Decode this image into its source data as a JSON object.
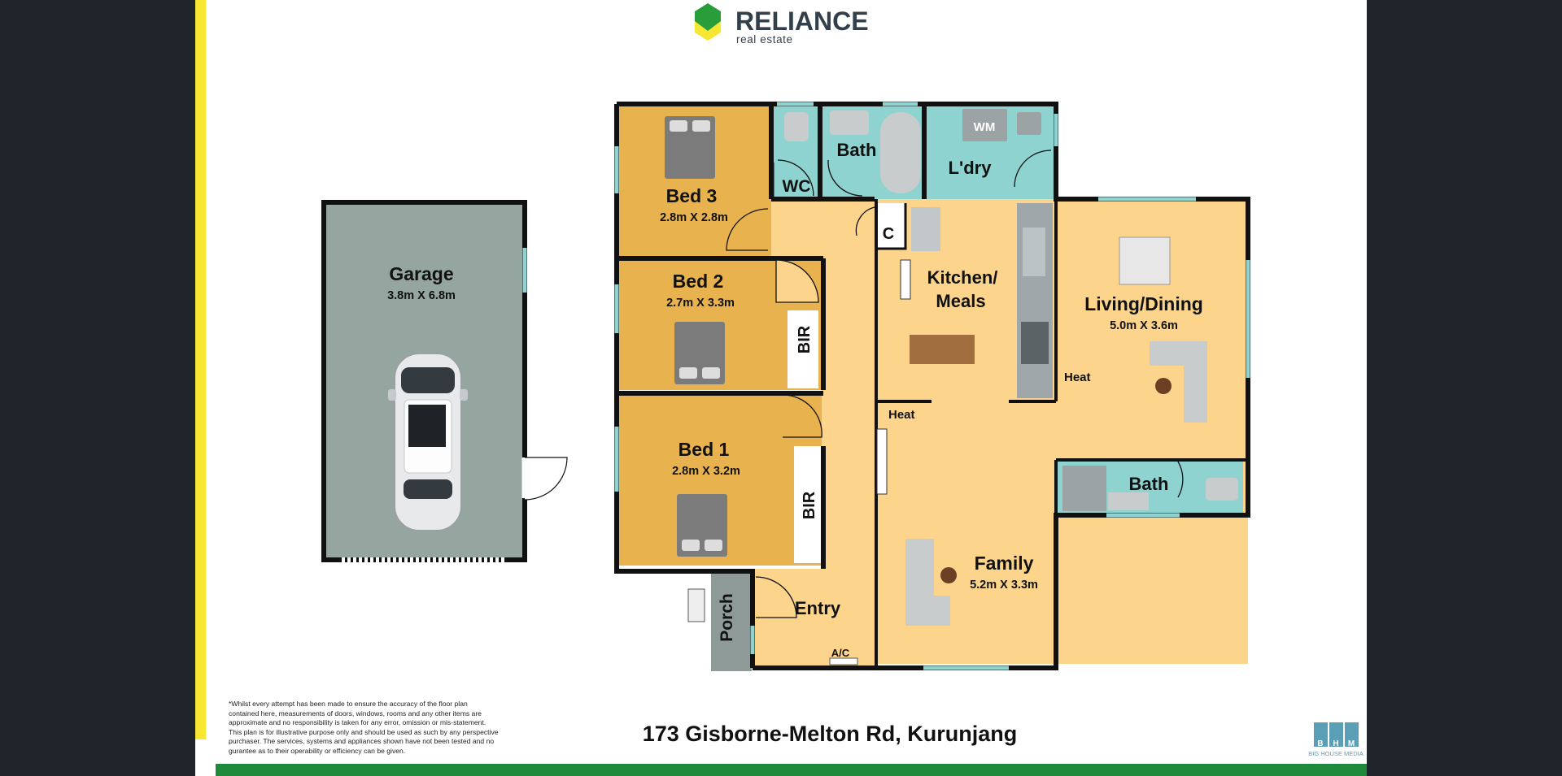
{
  "brand": {
    "name": "RELIANCE",
    "tagline": "real estate",
    "green": "#2a9d3b",
    "yellow": "#f7e733",
    "dark": "#333f4b"
  },
  "colors": {
    "bedroom": "#e8b34f",
    "living": "#fcd48c",
    "wet": "#8ed3cf",
    "garage": "#95a5a0",
    "porch": "#8e9a97",
    "wall": "#111111"
  },
  "rooms": {
    "garage": {
      "name": "Garage",
      "size": "3.8m X 6.8m"
    },
    "bed3": {
      "name": "Bed 3",
      "size": "2.8m X 2.8m"
    },
    "bed2": {
      "name": "Bed 2",
      "size": "2.7m X 3.3m"
    },
    "bed1": {
      "name": "Bed 1",
      "size": "2.8m X 3.2m"
    },
    "wc": {
      "name": "WC"
    },
    "bath_top": {
      "name": "Bath"
    },
    "laundry": {
      "name": "L'dry",
      "appliance": "WM"
    },
    "cupboard": {
      "name": "C"
    },
    "kitchen": {
      "line1": "Kitchen/",
      "line2": "Meals"
    },
    "living": {
      "name": "Living/Dining",
      "size": "5.0m X 3.6m"
    },
    "bath_bottom": {
      "name": "Bath"
    },
    "family": {
      "name": "Family",
      "size": "5.2m X 3.3m"
    },
    "entry": {
      "name": "Entry"
    },
    "porch": {
      "name": "Porch"
    },
    "bir_bed2": {
      "name": "BIR"
    },
    "bir_bed1": {
      "name": "BIR"
    }
  },
  "labels": {
    "heat_living": "Heat",
    "heat_family": "Heat",
    "ac": "A/C"
  },
  "address": "173 Gisborne-Melton Rd, Kurunjang",
  "disclaimer": [
    "*Whilst every attempt has been made to ensure the accuracy of the floor plan",
    "contained here, measurements of doors, windows, rooms and any other items are",
    "approximate and no responsibility is taken for any error, omission or mis-statement.",
    "This plan is for illustrative purpose only and should be used as such by any perspective",
    "purchaser. The services, systems and appliances shown have not been tested and no",
    "gurantee as to their operability or efficiency can be given."
  ],
  "bhm": {
    "letters": [
      "B",
      "H",
      "M"
    ],
    "name": "BIG HOUSE MEDIA",
    "color": "#5a9fb6"
  }
}
